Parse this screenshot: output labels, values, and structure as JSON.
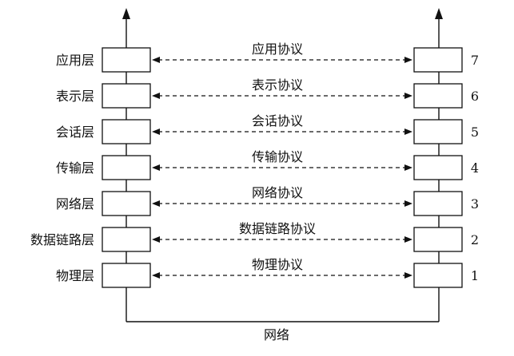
{
  "layers": [
    {
      "name": "应用层",
      "protocol": "应用协议",
      "number": "7"
    },
    {
      "name": "表示层",
      "protocol": "表示协议",
      "number": "6"
    },
    {
      "name": "会话层",
      "protocol": "会话协议",
      "number": "5"
    },
    {
      "name": "传输层",
      "protocol": "传输协议",
      "number": "4"
    },
    {
      "name": "网络层",
      "protocol": "网络协议",
      "number": "3"
    },
    {
      "name": "数据链路层",
      "protocol": "数据链路协议",
      "number": "2"
    },
    {
      "name": "物理层",
      "protocol": "物理协议",
      "number": "1"
    }
  ],
  "network_label": "网络",
  "colors": {
    "line": "#111111",
    "box_fill": "#ffffff",
    "background": "#ffffff"
  }
}
